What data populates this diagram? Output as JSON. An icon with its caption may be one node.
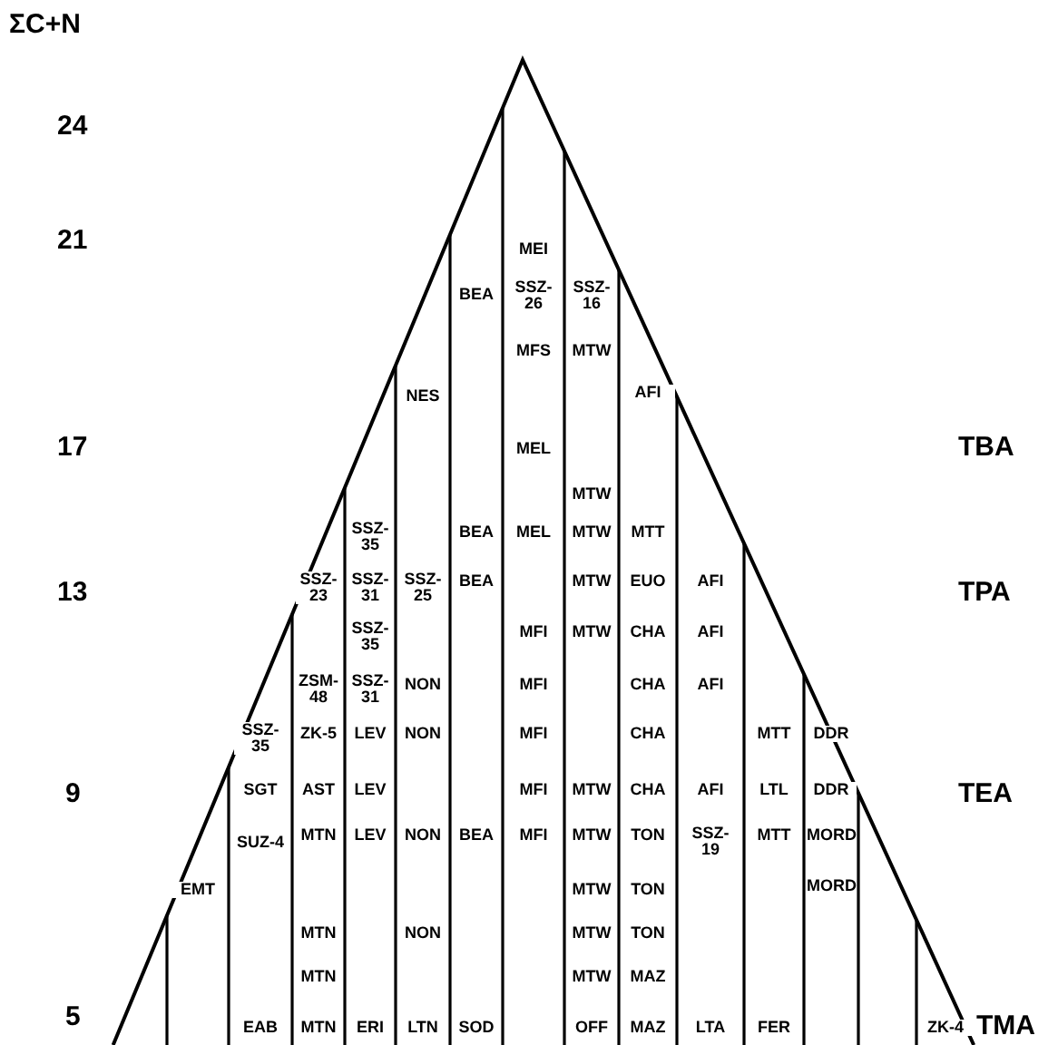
{
  "diagram": {
    "labels": [
      "ΣC+N",
      "24",
      "21",
      "MEI",
      "BEA",
      "SSZ-26",
      "SSZ-16",
      "MFS",
      "MTW",
      "NES",
      "AFI",
      "17",
      "MEL",
      "TBA",
      "MTW",
      "SSZ-35",
      "BEA",
      "MEL",
      "MTW",
      "MTT",
      "SSZ-23",
      "SSZ-31",
      "SSZ-25",
      "BEA",
      "MTW",
      "EUO",
      "AFI",
      "13",
      "TPA",
      "SSZ-35",
      "MFI",
      "MTW",
      "CHA",
      "AFI",
      "ZSM-48",
      "SSZ-31",
      "NON",
      "MFI",
      "CHA",
      "AFI",
      "SSZ-35",
      "ZK-5",
      "LEV",
      "NON",
      "MFI",
      "CHA",
      "MTT",
      "DDR",
      "SGT",
      "AST",
      "LEV",
      "MFI",
      "MTW",
      "CHA",
      "AFI",
      "LTL",
      "DDR",
      "9",
      "TEA",
      "SUZ-4",
      "MTN",
      "LEV",
      "NON",
      "BEA",
      "MFI",
      "MTW",
      "TON",
      "SSZ-19",
      "MTT",
      "MORD",
      "EMT",
      "MTW",
      "TON",
      "MORD",
      "MTN",
      "NON",
      "MTW",
      "TON",
      "MTN",
      "MTW",
      "MAZ",
      "5",
      "EAB",
      "MTN",
      "ERI",
      "LTN",
      "SOD",
      "OFF",
      "MAZ",
      "LTA",
      "FER",
      "ZK-4",
      "TMA"
    ]
  }
}
